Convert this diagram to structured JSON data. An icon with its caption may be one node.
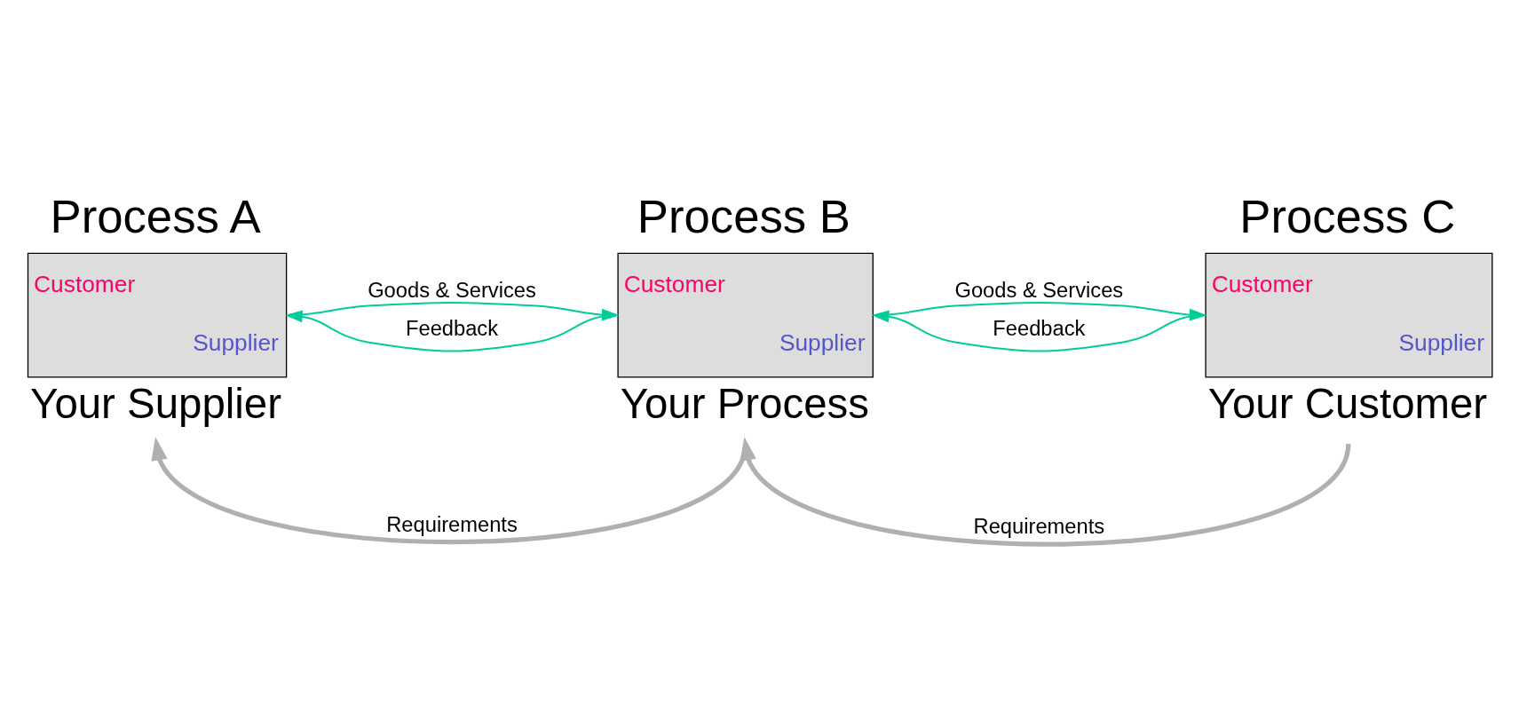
{
  "diagram": {
    "nodes": [
      {
        "text": [
          "Process A",
          "Customer",
          "Supplier"
        ],
        "beside": [
          "Your Supplier"
        ]
      },
      {
        "text": [
          "Process B",
          "Customer",
          "Supplier"
        ],
        "beside": [
          "Your Process"
        ]
      },
      {
        "text": [
          "Process C",
          "Customer",
          "Supplier"
        ],
        "beside": [
          "Your Customer"
        ]
      }
    ],
    "edges": [
      {
        "from": 0,
        "to": 1,
        "arrow": "to",
        "label": "Goods & Services"
      },
      {
        "from": 1,
        "to": 0,
        "arrow": "to",
        "label": "Feedback"
      },
      {
        "from": 1,
        "to": 2,
        "arrow": "to",
        "label": "Goods & Services"
      },
      {
        "from": 2,
        "to": 1,
        "arrow": "to",
        "label": "Feedback"
      },
      {
        "from": 1,
        "to": 0,
        "arrow": "to",
        "label": "Requirements",
        "style": "thick",
        "color": "#b0b0b0"
      },
      {
        "from": 2,
        "to": 1,
        "arrow": "to",
        "label": "Requirements",
        "style": "thick",
        "color": "#b0b0b0"
      }
    ]
  }
}
